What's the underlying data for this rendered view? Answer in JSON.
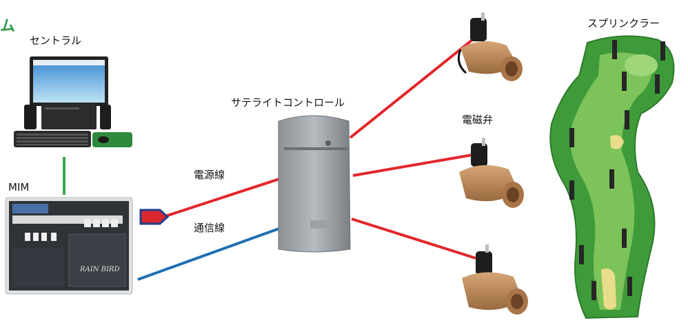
{
  "corner_text": "ム",
  "labels": {
    "central": "セントラル",
    "mim": "MIM",
    "satellite": "サテライトコントロール",
    "valve": "電磁弁",
    "sprinkler": "スプリンクラー",
    "power_line": "電源線",
    "comm_line": "通信線"
  },
  "logo": {
    "brand": "RAIN BIRD"
  },
  "colors": {
    "power": "#e2262b",
    "comm": "#1f6fb2",
    "link": "#3aa64a",
    "fairway": "#3f9a3a",
    "valve_brass": "#b9865a"
  }
}
